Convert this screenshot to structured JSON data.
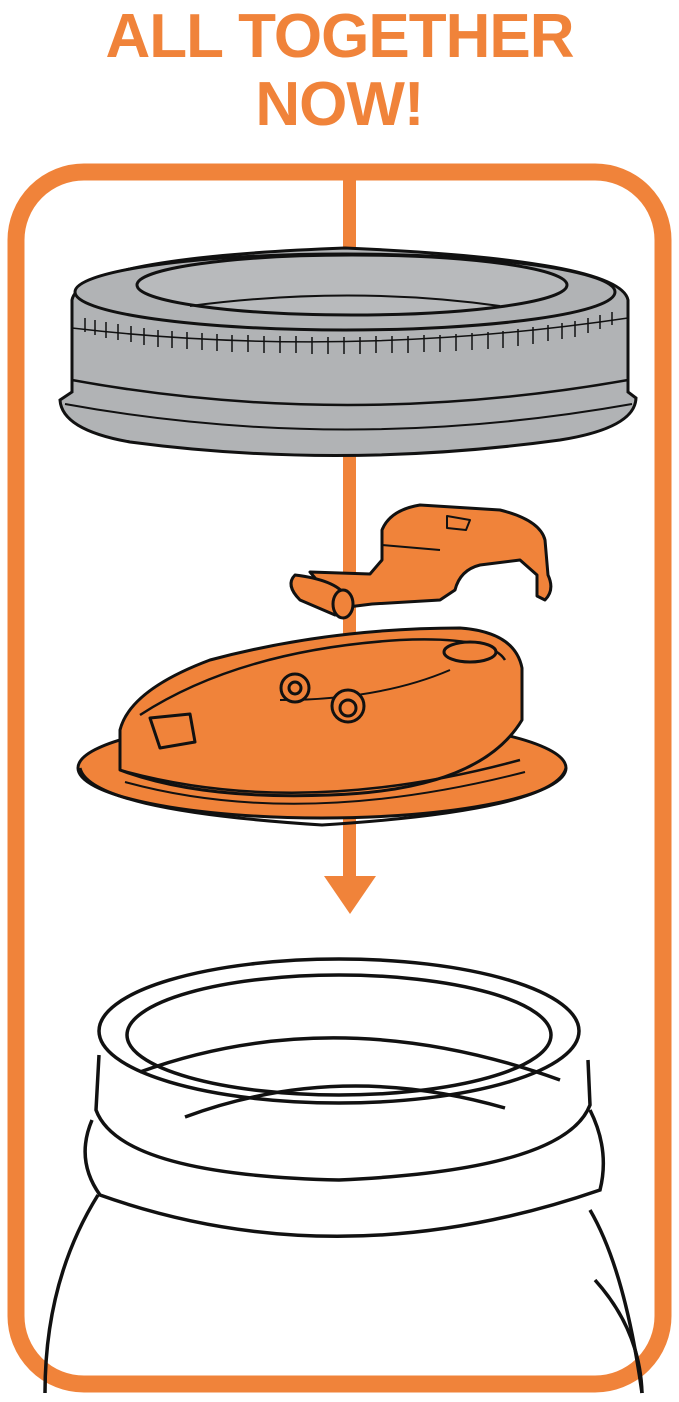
{
  "header": {
    "line1": "ALL TOGETHER",
    "line2": "NOW!"
  },
  "colors": {
    "accent": "#f0833a",
    "lid_ring_gray": "#b1b3b5",
    "outline": "#111111",
    "background": "#ffffff"
  },
  "diagram": {
    "parts": [
      {
        "name": "metal-screw-band",
        "color": "gray"
      },
      {
        "name": "flip-cap-lever",
        "color": "orange"
      },
      {
        "name": "pour-spout-lid",
        "color": "orange"
      },
      {
        "name": "mason-jar",
        "color": "white"
      }
    ],
    "arrow_direction": "down"
  }
}
